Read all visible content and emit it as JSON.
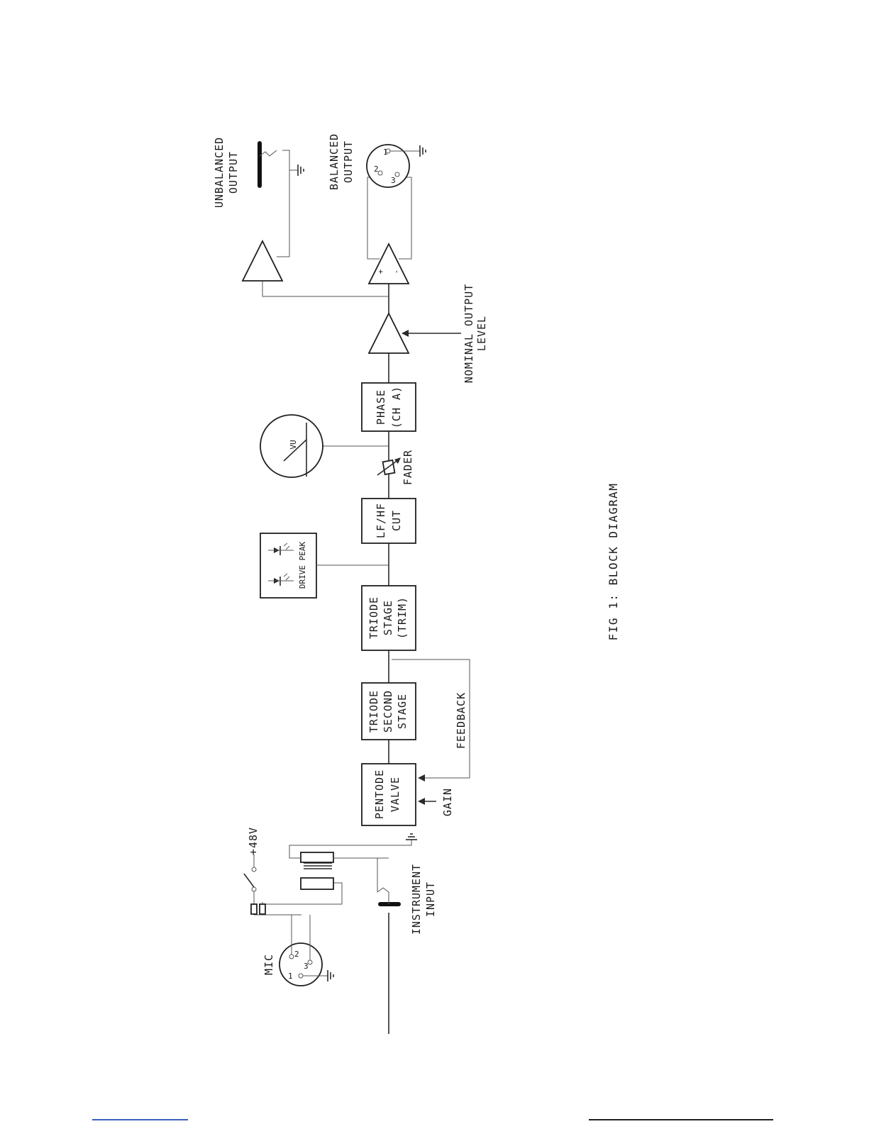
{
  "blocks": {
    "pentode": [
      "PENTODE",
      "VALVE"
    ],
    "triode_second": [
      "TRIODE",
      "SECOND",
      "STAGE"
    ],
    "triode_trim": [
      "TRIODE",
      "STAGE",
      "(TRIM)"
    ],
    "lf_hf": [
      "LF/HF",
      "CUT"
    ],
    "phase": [
      "PHASE",
      "(CH A)"
    ]
  },
  "labels": {
    "mic": "MIC",
    "phantom": "+48V",
    "instrument_input": [
      "INSTRUMENT",
      "INPUT"
    ],
    "gain": "GAIN",
    "feedback": "FEEDBACK",
    "drive_peak": "DRIVE PEAK",
    "fader": "FADER",
    "vu": "VU",
    "nominal_output_level": [
      "NOMINAL OUTPUT",
      "LEVEL"
    ],
    "unbalanced_output": [
      "UNBALANCED",
      "OUTPUT"
    ],
    "balanced_output": [
      "BALANCED",
      "OUTPUT"
    ],
    "plus": "+",
    "minus": "-"
  },
  "pins": {
    "p1": "1",
    "p2": "2",
    "p3": "3"
  },
  "caption": "FIG 1: BLOCK DIAGRAM"
}
